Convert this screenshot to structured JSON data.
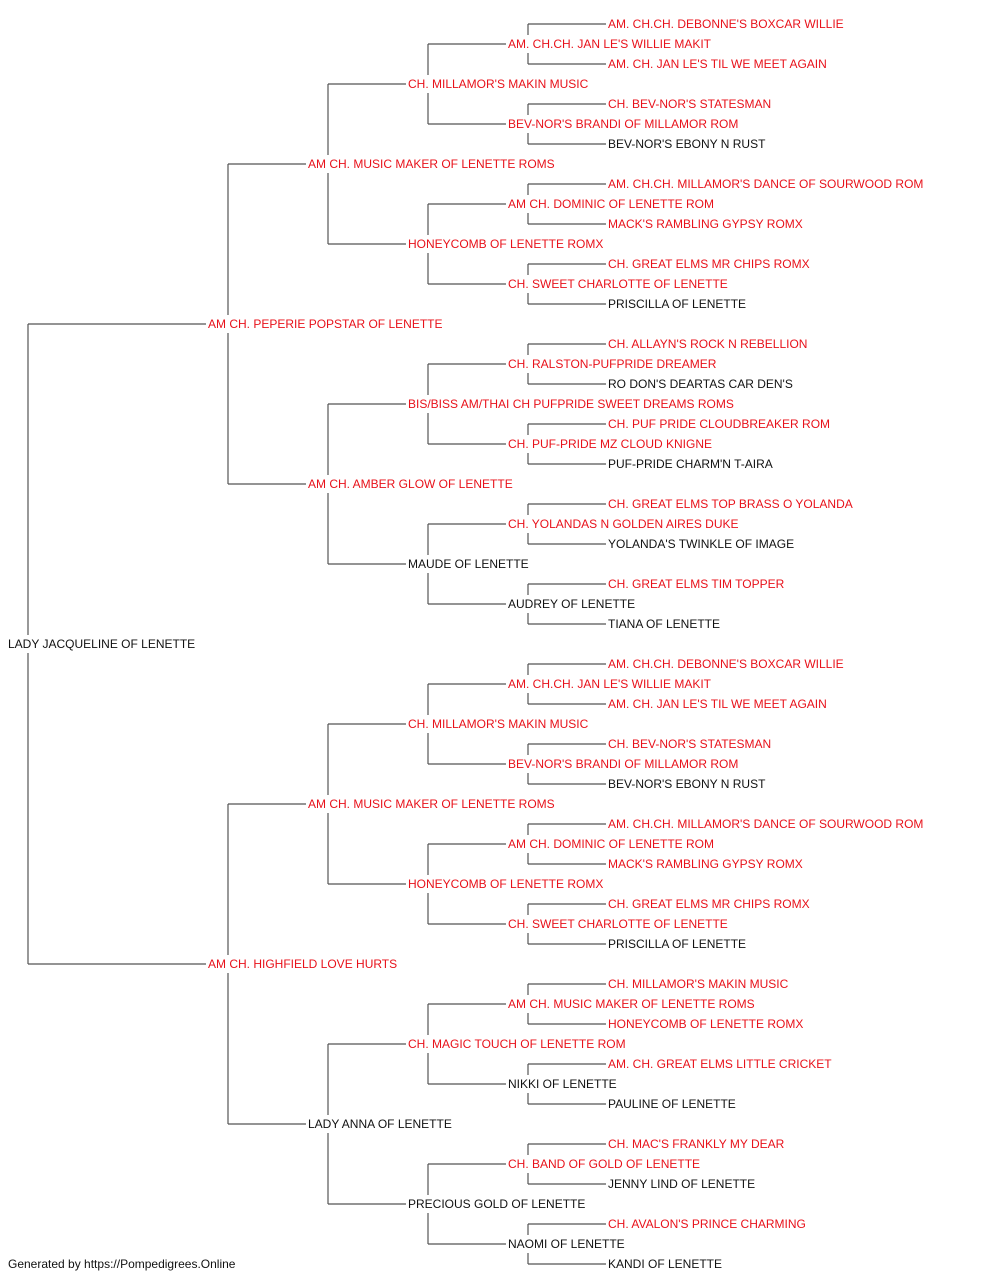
{
  "colors": {
    "titled": "#e8111a",
    "untitled": "#111111",
    "connector": "#555555"
  },
  "footer": "Generated by https://Pompedigrees.Online",
  "pedigree": {
    "name": "LADY JACQUELINE OF LENETTE",
    "titled": false,
    "sire": {
      "name": "AM CH. PEPERIE POPSTAR OF LENETTE",
      "titled": true,
      "sire": {
        "name": "AM CH. MUSIC MAKER OF LENETTE ROMS",
        "titled": true,
        "sire": {
          "name": "CH. MILLAMOR'S MAKIN MUSIC",
          "titled": true,
          "sire": {
            "name": "AM. CH.CH. JAN LE'S WILLIE MAKIT",
            "titled": true,
            "sire": {
              "name": "AM. CH.CH. DEBONNE'S BOXCAR WILLIE",
              "titled": true
            },
            "dam": {
              "name": "AM. CH. JAN LE'S TIL WE MEET AGAIN",
              "titled": true
            }
          },
          "dam": {
            "name": "BEV-NOR'S BRANDI OF MILLAMOR ROM",
            "titled": true,
            "sire": {
              "name": "CH. BEV-NOR'S STATESMAN",
              "titled": true
            },
            "dam": {
              "name": "BEV-NOR'S EBONY N RUST",
              "titled": false
            }
          }
        },
        "dam": {
          "name": "HONEYCOMB OF LENETTE ROMX",
          "titled": true,
          "sire": {
            "name": "AM CH. DOMINIC OF LENETTE ROM",
            "titled": true,
            "sire": {
              "name": "AM. CH.CH. MILLAMOR'S DANCE OF SOURWOOD ROM",
              "titled": true
            },
            "dam": {
              "name": "MACK'S RAMBLING GYPSY ROMX",
              "titled": true
            }
          },
          "dam": {
            "name": "CH. SWEET CHARLOTTE OF LENETTE",
            "titled": true,
            "sire": {
              "name": "CH. GREAT ELMS MR CHIPS ROMX",
              "titled": true
            },
            "dam": {
              "name": "PRISCILLA OF LENETTE",
              "titled": false
            }
          }
        }
      },
      "dam": {
        "name": "AM CH. AMBER GLOW OF LENETTE",
        "titled": true,
        "sire": {
          "name": "BIS/BISS AM/THAI CH PUFPRIDE SWEET DREAMS ROMS",
          "titled": true,
          "sire": {
            "name": "CH. RALSTON-PUFPRIDE DREAMER",
            "titled": true,
            "sire": {
              "name": "CH. ALLAYN'S ROCK N REBELLION",
              "titled": true
            },
            "dam": {
              "name": "RO DON'S DEARTAS CAR DEN'S",
              "titled": false
            }
          },
          "dam": {
            "name": "CH. PUF-PRIDE MZ CLOUD KNIGNE",
            "titled": true,
            "sire": {
              "name": "CH. PUF PRIDE CLOUDBREAKER ROM",
              "titled": true
            },
            "dam": {
              "name": "PUF-PRIDE CHARM'N T-AIRA",
              "titled": false
            }
          }
        },
        "dam": {
          "name": "MAUDE OF LENETTE",
          "titled": false,
          "sire": {
            "name": "CH. YOLANDAS N GOLDEN AIRES DUKE",
            "titled": true,
            "sire": {
              "name": "CH. GREAT ELMS TOP BRASS O YOLANDA",
              "titled": true
            },
            "dam": {
              "name": "YOLANDA'S TWINKLE OF IMAGE",
              "titled": false
            }
          },
          "dam": {
            "name": "AUDREY OF LENETTE",
            "titled": false,
            "sire": {
              "name": "CH. GREAT ELMS TIM TOPPER",
              "titled": true
            },
            "dam": {
              "name": "TIANA OF LENETTE",
              "titled": false
            }
          }
        }
      }
    },
    "dam": {
      "name": "AM CH. HIGHFIELD LOVE HURTS",
      "titled": true,
      "sire": {
        "name": "AM CH. MUSIC MAKER OF LENETTE ROMS",
        "titled": true,
        "sire": {
          "name": "CH. MILLAMOR'S MAKIN MUSIC",
          "titled": true,
          "sire": {
            "name": "AM. CH.CH. JAN LE'S WILLIE MAKIT",
            "titled": true,
            "sire": {
              "name": "AM. CH.CH. DEBONNE'S BOXCAR WILLIE",
              "titled": true
            },
            "dam": {
              "name": "AM. CH. JAN LE'S TIL WE MEET AGAIN",
              "titled": true
            }
          },
          "dam": {
            "name": "BEV-NOR'S BRANDI OF MILLAMOR ROM",
            "titled": true,
            "sire": {
              "name": "CH. BEV-NOR'S STATESMAN",
              "titled": true
            },
            "dam": {
              "name": "BEV-NOR'S EBONY N RUST",
              "titled": false
            }
          }
        },
        "dam": {
          "name": "HONEYCOMB OF LENETTE ROMX",
          "titled": true,
          "sire": {
            "name": "AM CH. DOMINIC OF LENETTE ROM",
            "titled": true,
            "sire": {
              "name": "AM. CH.CH. MILLAMOR'S DANCE OF SOURWOOD ROM",
              "titled": true
            },
            "dam": {
              "name": "MACK'S RAMBLING GYPSY ROMX",
              "titled": true
            }
          },
          "dam": {
            "name": "CH. SWEET CHARLOTTE OF LENETTE",
            "titled": true,
            "sire": {
              "name": "CH. GREAT ELMS MR CHIPS ROMX",
              "titled": true
            },
            "dam": {
              "name": "PRISCILLA OF LENETTE",
              "titled": false
            }
          }
        }
      },
      "dam": {
        "name": "LADY ANNA OF LENETTE",
        "titled": false,
        "sire": {
          "name": "CH. MAGIC TOUCH OF LENETTE ROM",
          "titled": true,
          "sire": {
            "name": "AM CH. MUSIC MAKER OF LENETTE ROMS",
            "titled": true,
            "sire": {
              "name": "CH. MILLAMOR'S MAKIN MUSIC",
              "titled": true
            },
            "dam": {
              "name": "HONEYCOMB OF LENETTE ROMX",
              "titled": true
            }
          },
          "dam": {
            "name": "NIKKI OF LENETTE",
            "titled": false,
            "sire": {
              "name": "AM. CH. GREAT ELMS LITTLE CRICKET",
              "titled": true
            },
            "dam": {
              "name": "PAULINE OF LENETTE",
              "titled": false
            }
          }
        },
        "dam": {
          "name": "PRECIOUS GOLD OF LENETTE",
          "titled": false,
          "sire": {
            "name": "CH. BAND OF GOLD OF LENETTE",
            "titled": true,
            "sire": {
              "name": "CH. MAC'S FRANKLY MY DEAR",
              "titled": true
            },
            "dam": {
              "name": "JENNY LIND OF LENETTE",
              "titled": false
            }
          },
          "dam": {
            "name": "NAOMI OF LENETTE",
            "titled": false,
            "sire": {
              "name": "CH. AVALON'S PRINCE CHARMING",
              "titled": true
            },
            "dam": {
              "name": "KANDI OF LENETTE",
              "titled": false
            }
          }
        }
      }
    }
  }
}
